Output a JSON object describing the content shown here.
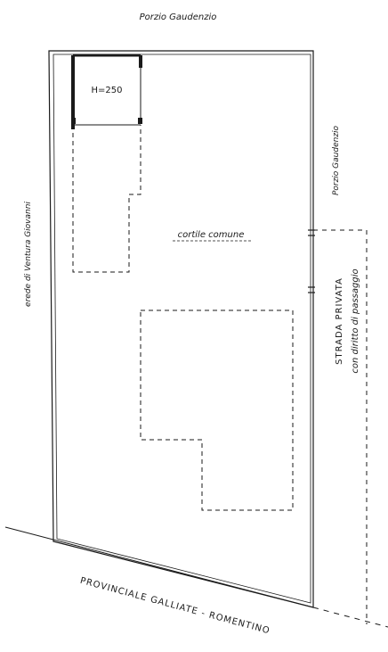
{
  "labels": {
    "top_neighbor": "Porzio Gaudenzio",
    "right_neighbor": "Porzio Gaudenzio",
    "left_neighbor": "erede di Ventura Giovanni",
    "room_height": "H=250",
    "courtyard": "cortile comune",
    "road_private_line1": "STRADA PRIVATA",
    "road_private_line2": "con diritto di passaggio",
    "road_provincial": "PROVINCIALE GALLIATE - ROMENTINO"
  },
  "colors": {
    "ink": "#1a1a1a",
    "paper": "#ffffff"
  }
}
